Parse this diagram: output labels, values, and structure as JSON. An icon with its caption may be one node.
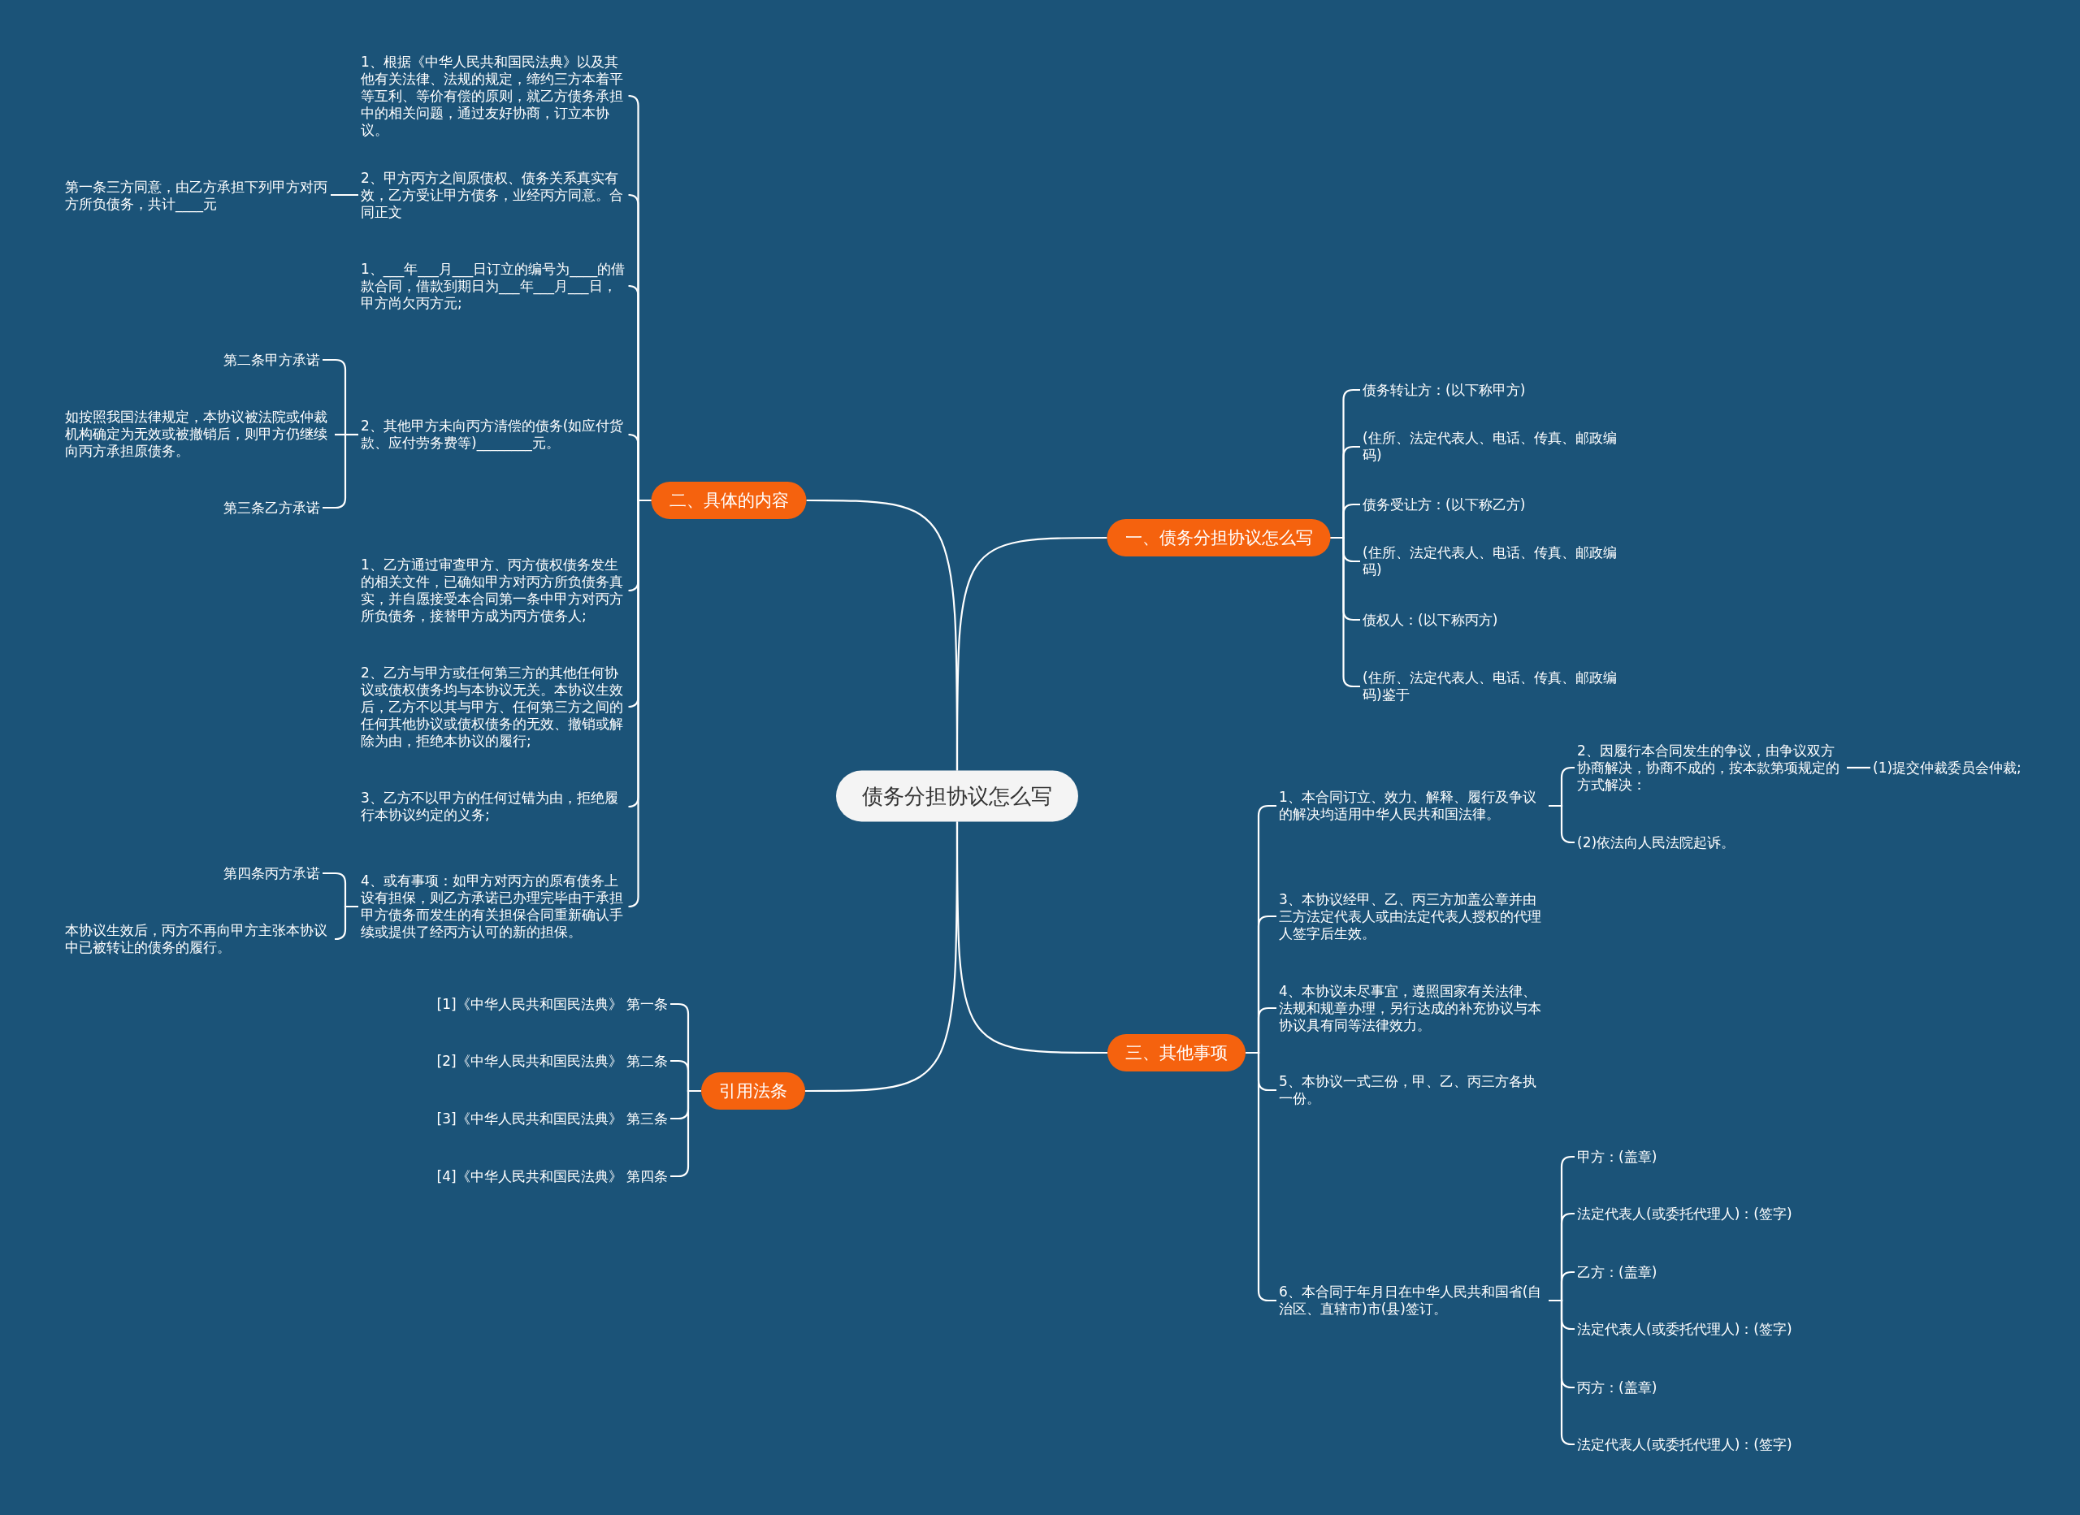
{
  "diagram": {
    "nodes": [
      {
        "text": [
          "债务分担协议怎么写"
        ]
      },
      {
        "text": [
          "二、具体的内容"
        ]
      },
      {
        "text": [
          "一、债务分担协议怎么写"
        ]
      },
      {
        "text": [
          "引用法条"
        ]
      },
      {
        "text": [
          "三、其他事项"
        ]
      },
      {
        "text": [
          "1、根据《中华人民共和国民法典》以及其他有关法律、法规的规定，缔约三方本着平等互利、等价有偿的原则，就乙方债务承担中的相关问题，通过友好协商，订立本协议。"
        ]
      },
      {
        "text": [
          "2、甲方丙方之间原债权、债务关系真实有效，乙方受让甲方债务，业经丙方同意。合同正文"
        ]
      },
      {
        "text": [
          "第一条三方同意，由乙方承担下列甲方对丙方所负债务，共计____元"
        ]
      },
      {
        "text": [
          "1、___年___月___日订立的编号为____的借款合同，借款到期日为___年___月___日，甲方尚欠丙方元;"
        ]
      },
      {
        "text": [
          "2、其他甲方未向丙方清偿的债务(如应付货款、应付劳务费等)________元。"
        ]
      },
      {
        "text": [
          "第二条甲方承诺"
        ]
      },
      {
        "text": [
          "如按照我国法律规定，本协议被法院或仲裁机构确定为无效或被撤销后，则甲方仍继续向丙方承担原债务。"
        ]
      },
      {
        "text": [
          "第三条乙方承诺"
        ]
      },
      {
        "text": [
          "1、乙方通过审查甲方、丙方债权债务发生的相关文件，已确知甲方对丙方所负债务真实，并自愿接受本合同第一条中甲方对丙方所负债务，接替甲方成为丙方债务人;"
        ]
      },
      {
        "text": [
          "2、乙方与甲方或任何第三方的其他任何协议或债权债务均与本协议无关。本协议生效后，乙方不以其与甲方、任何第三方之间的任何其他协议或债权债务的无效、撤销或解除为由，拒绝本协议的履行;"
        ]
      },
      {
        "text": [
          "3、乙方不以甲方的任何过错为由，拒绝履行本协议约定的义务;"
        ]
      },
      {
        "text": [
          "4、或有事项：如甲方对丙方的原有债务上设有担保，则乙方承诺已办理完毕由于承担甲方债务而发生的有关担保合同重新确认手续或提供了经丙方认可的新的担保。"
        ]
      },
      {
        "text": [
          "第四条丙方承诺"
        ]
      },
      {
        "text": [
          "本协议生效后，丙方不再向甲方主张本协议中已被转让的债务的履行。"
        ]
      },
      {
        "text": [
          "债务转让方：(以下称甲方)"
        ]
      },
      {
        "text": [
          "(住所、法定代表人、电话、传真、邮政编码)"
        ]
      },
      {
        "text": [
          "债务受让方：(以下称乙方)"
        ]
      },
      {
        "text": [
          "(住所、法定代表人、电话、传真、邮政编码)"
        ]
      },
      {
        "text": [
          "债权人：(以下称丙方)"
        ]
      },
      {
        "text": [
          "(住所、法定代表人、电话、传真、邮政编码)鉴于"
        ]
      },
      {
        "text": [
          "[1]《中华人民共和国民法典》 第一条"
        ]
      },
      {
        "text": [
          "[2]《中华人民共和国民法典》 第二条"
        ]
      },
      {
        "text": [
          "[3]《中华人民共和国民法典》 第三条"
        ]
      },
      {
        "text": [
          "[4]《中华人民共和国民法典》 第四条"
        ]
      },
      {
        "text": [
          "1、本合同订立、效力、解释、履行及争议的解决均适用中华人民共和国法律。"
        ]
      },
      {
        "text": [
          "2、因履行本合同发生的争议，由争议双方协商解决，协商不成的，按本款第项规定的方式解决："
        ]
      },
      {
        "text": [
          "(1)提交仲裁委员会仲裁;"
        ]
      },
      {
        "text": [
          "(2)依法向人民法院起诉。"
        ]
      },
      {
        "text": [
          "3、本协议经甲、乙、丙三方加盖公章并由三方法定代表人或由法定代表人授权的代理人签字后生效。"
        ]
      },
      {
        "text": [
          "4、本协议未尽事宜，遵照国家有关法律、法规和规章办理，另行达成的补充协议与本协议具有同等法律效力。"
        ]
      },
      {
        "text": [
          "5、本协议一式三份，甲、乙、丙三方各执一份。"
        ]
      },
      {
        "text": [
          "6、本合同于年月日在中华人民共和国省(自治区、直辖市)市(县)签订。"
        ]
      },
      {
        "text": [
          "甲方：(盖章)"
        ]
      },
      {
        "text": [
          "法定代表人(或委托代理人)：(签字)"
        ]
      },
      {
        "text": [
          "乙方：(盖章)"
        ]
      },
      {
        "text": [
          "法定代表人(或委托代理人)：(签字)"
        ]
      },
      {
        "text": [
          "丙方：(盖章)"
        ]
      },
      {
        "text": [
          "法定代表人(或委托代理人)：(签字)"
        ]
      }
    ],
    "edges": [
      {
        "from": 0,
        "to": 1,
        "arrow": "none"
      },
      {
        "from": 0,
        "to": 2,
        "arrow": "none"
      },
      {
        "from": 0,
        "to": 3,
        "arrow": "none"
      },
      {
        "from": 0,
        "to": 4,
        "arrow": "none"
      },
      {
        "from": 1,
        "to": 5,
        "arrow": "none"
      },
      {
        "from": 1,
        "to": 6,
        "arrow": "none"
      },
      {
        "from": 6,
        "to": 7,
        "arrow": "none"
      },
      {
        "from": 1,
        "to": 8,
        "arrow": "none"
      },
      {
        "from": 1,
        "to": 9,
        "arrow": "none"
      },
      {
        "from": 9,
        "to": 10,
        "arrow": "none"
      },
      {
        "from": 9,
        "to": 11,
        "arrow": "none"
      },
      {
        "from": 9,
        "to": 12,
        "arrow": "none"
      },
      {
        "from": 1,
        "to": 13,
        "arrow": "none"
      },
      {
        "from": 1,
        "to": 14,
        "arrow": "none"
      },
      {
        "from": 1,
        "to": 15,
        "arrow": "none"
      },
      {
        "from": 1,
        "to": 16,
        "arrow": "none"
      },
      {
        "from": 16,
        "to": 17,
        "arrow": "none"
      },
      {
        "from": 16,
        "to": 18,
        "arrow": "none"
      },
      {
        "from": 2,
        "to": 19,
        "arrow": "none"
      },
      {
        "from": 2,
        "to": 20,
        "arrow": "none"
      },
      {
        "from": 2,
        "to": 21,
        "arrow": "none"
      },
      {
        "from": 2,
        "to": 22,
        "arrow": "none"
      },
      {
        "from": 2,
        "to": 23,
        "arrow": "none"
      },
      {
        "from": 2,
        "to": 24,
        "arrow": "none"
      },
      {
        "from": 3,
        "to": 25,
        "arrow": "none"
      },
      {
        "from": 3,
        "to": 26,
        "arrow": "none"
      },
      {
        "from": 3,
        "to": 27,
        "arrow": "none"
      },
      {
        "from": 3,
        "to": 28,
        "arrow": "none"
      },
      {
        "from": 4,
        "to": 29,
        "arrow": "none"
      },
      {
        "from": 29,
        "to": 30,
        "arrow": "none"
      },
      {
        "from": 30,
        "to": 31,
        "arrow": "none"
      },
      {
        "from": 29,
        "to": 32,
        "arrow": "none"
      },
      {
        "from": 4,
        "to": 33,
        "arrow": "none"
      },
      {
        "from": 4,
        "to": 34,
        "arrow": "none"
      },
      {
        "from": 4,
        "to": 35,
        "arrow": "none"
      },
      {
        "from": 4,
        "to": 36,
        "arrow": "none"
      },
      {
        "from": 36,
        "to": 37,
        "arrow": "none"
      },
      {
        "from": 36,
        "to": 38,
        "arrow": "none"
      },
      {
        "from": 36,
        "to": 39,
        "arrow": "none"
      },
      {
        "from": 36,
        "to": 40,
        "arrow": "none"
      },
      {
        "from": 36,
        "to": 41,
        "arrow": "none"
      },
      {
        "from": 36,
        "to": 42,
        "arrow": "none"
      }
    ]
  }
}
